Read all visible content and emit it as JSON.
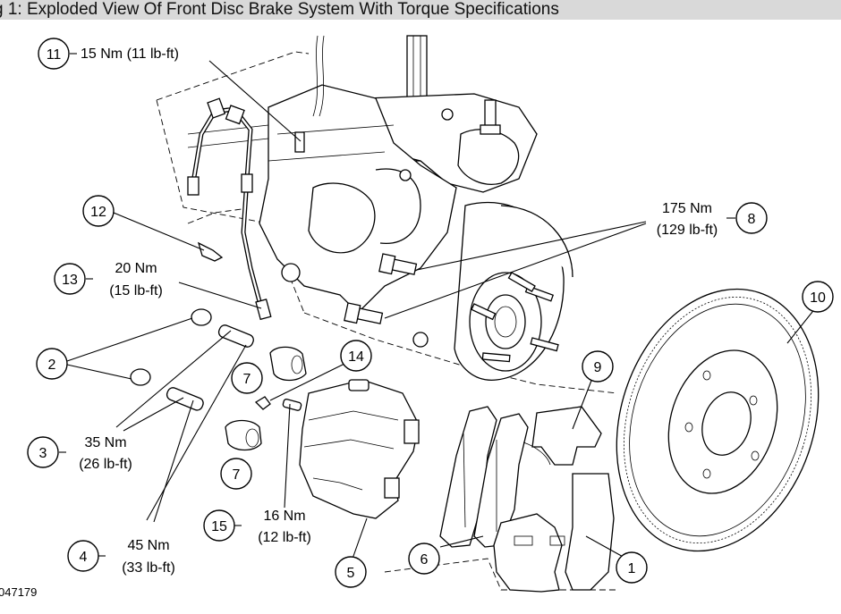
{
  "title": "g 1: Exploded View Of Front Disc Brake System With Torque Specifications",
  "figure_id": "047179",
  "callouts": {
    "c1": "1",
    "c2": "2",
    "c3": "3",
    "c4": "4",
    "c5": "5",
    "c6": "6",
    "c7a": "7",
    "c7b": "7",
    "c8": "8",
    "c9": "9",
    "c10": "10",
    "c11": "11",
    "c12": "12",
    "c13": "13",
    "c14": "14",
    "c15": "15"
  },
  "torque": {
    "t11": "15 Nm (11 lb-ft)",
    "t8_nm": "175 Nm",
    "t8_lbft": "(129 lb-ft)",
    "t13_nm": "20 Nm",
    "t13_lbft": "(15 lb-ft)",
    "t3_nm": "35 Nm",
    "t3_lbft": "(26 lb-ft)",
    "t4_nm": "45 Nm",
    "t4_lbft": "(33 lb-ft)",
    "t15_nm": "16 Nm",
    "t15_lbft": "(12 lb-ft)"
  }
}
